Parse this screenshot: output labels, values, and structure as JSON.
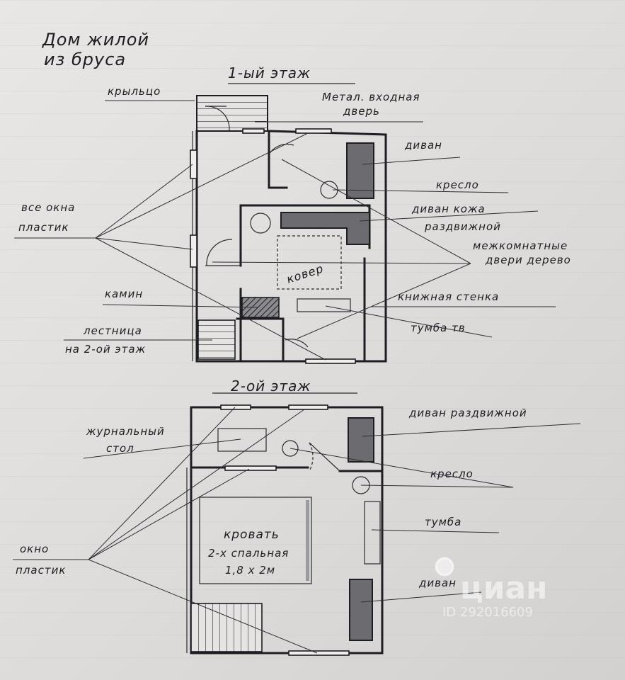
{
  "title": {
    "line1": "Дом жилой",
    "line2": "из бруса"
  },
  "floor1": {
    "heading": "1-ый этаж",
    "labels": {
      "porch": "крыльцо",
      "entry_door_1": "Метал. входная",
      "entry_door_2": "дверь",
      "sofa": "диван",
      "armchair": "кресло",
      "windows_1": "все окна",
      "windows_2": "пластик",
      "leather_sofa_1": "диван кожа",
      "leather_sofa_2": "раздвижной",
      "interior_doors_1": "межкомнатные",
      "interior_doors_2": "двери дерево",
      "carpet": "ковер",
      "fireplace": "камин",
      "bookshelf": "книжная стенка",
      "stairs_1": "лестница",
      "stairs_2": "на 2-ой этаж",
      "tv_stand": "тумба тв"
    }
  },
  "floor2": {
    "heading": "2-ой этаж",
    "labels": {
      "sofa_bed": "диван раздвижной",
      "coffee_table_1": "журнальный",
      "coffee_table_2": "стол",
      "armchair": "кресло",
      "cabinet": "тумба",
      "bed_1": "кровать",
      "bed_2": "2-х спальная",
      "bed_3": "1,8 х 2м",
      "window_1": "окно",
      "window_2": "пластик",
      "sofa": "диван"
    }
  },
  "watermark": {
    "brand": "циан",
    "id": "ID 292016609"
  }
}
